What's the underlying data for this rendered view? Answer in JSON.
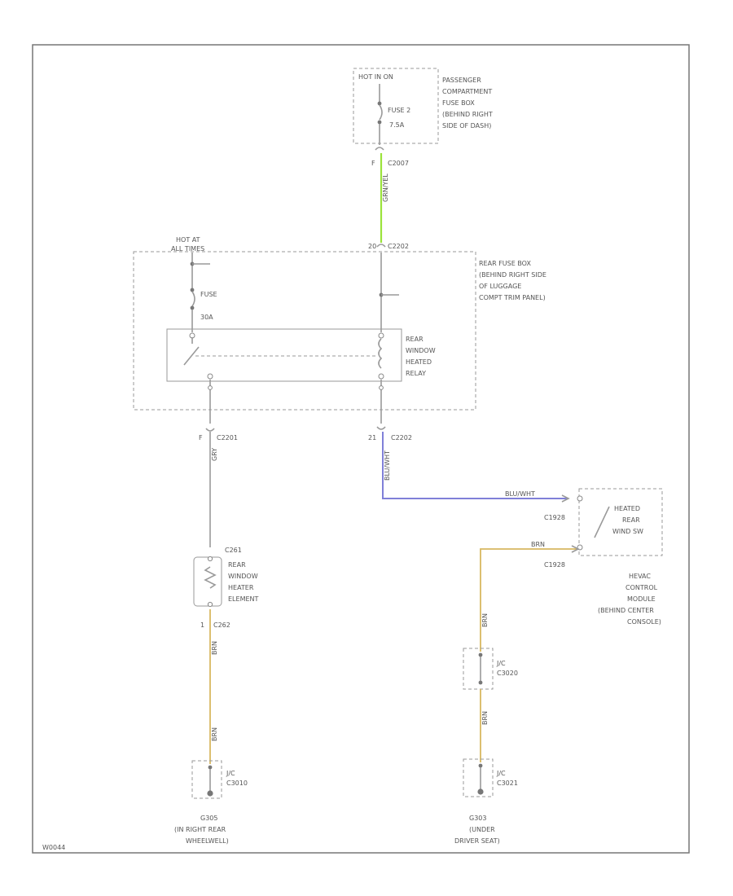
{
  "colors": {
    "green_wire": "#9be33b",
    "violet_wire": "#8080d8",
    "yellow_wire": "#d8b860",
    "grey_wire": "#9a9a9a"
  },
  "top_fuse": {
    "hot": "HOT IN ON",
    "fuse": "FUSE 2",
    "amps": "7.5A",
    "label": [
      "PASSENGER",
      "COMPARTMENT",
      "FUSE BOX",
      "(BEHIND RIGHT",
      "SIDE OF DASH)"
    ]
  },
  "connectors": {
    "c2007_pin": "F",
    "c2007": "C2007",
    "c2202_pin": "20",
    "c2202": "C2202",
    "c2201_pin": "F",
    "c2201": "C2201",
    "c2202b_pin": "21",
    "c2202b": "C2202",
    "c1928_top": "C1928",
    "c1928_bottom": "C1928",
    "c261": "C261",
    "c262_pin": "1",
    "c262": "C262"
  },
  "wire_colors": {
    "green": "GRN/YEL",
    "grey": "GRY",
    "violet": "BLU/WHT",
    "yellow_right": "BRN",
    "yellow_left": "BRN",
    "yellow_mid": "BRN",
    "yellow_low": "BRN",
    "yellow_left_low": "BRN"
  },
  "rear_fuse_box": {
    "hot": [
      "HOT AT",
      "ALL TIMES"
    ],
    "fuse": "FUSE",
    "amps": "30A",
    "label": [
      "REAR FUSE BOX",
      "(BEHIND RIGHT SIDE",
      "OF LUGGAGE",
      "COMPT TRIM PANEL)"
    ]
  },
  "relay": {
    "label": [
      "REAR",
      "WINDOW",
      "HEATED",
      "RELAY"
    ]
  },
  "heater_element": {
    "label": [
      "REAR",
      "WINDOW",
      "HEATER",
      "ELEMENT"
    ]
  },
  "hvac": {
    "switch_label": [
      "HEATED",
      "REAR",
      "WIND SW"
    ],
    "label": [
      "HEVAC",
      "CONTROL",
      "MODULE",
      "(BEHIND CENTER",
      "CONSOLE)"
    ]
  },
  "grounds": {
    "left_splice": [
      "J/C",
      "C3010"
    ],
    "left_ground": [
      "G305",
      "(IN RIGHT REAR",
      "WHEELWELL)"
    ],
    "right_splice_top": [
      "J/C",
      "C3020"
    ],
    "right_splice_bottom": [
      "J/C",
      "C3021"
    ],
    "right_ground": [
      "G303",
      "(UNDER",
      "DRIVER SEAT)"
    ]
  },
  "footer": {
    "code": "W0044"
  }
}
